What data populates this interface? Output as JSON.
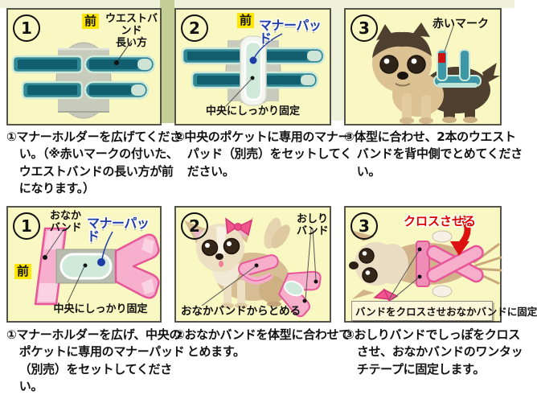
{
  "colors": {
    "panel_bg": "#f9f7c2",
    "panel_border": "#55544a",
    "front_label_bg": "#ffe600",
    "pad_text_blue": "#1e3ca8",
    "cross_text_red": "#dd0000",
    "teal_band": "#2f8795",
    "teal_band_dark": "#115f6e",
    "mint_trim": "#cde9da",
    "pink_band": "#f6b0cd",
    "pink_outline": "#e8569a",
    "pocket_gray": "#c8cbbc",
    "strip_olive": "#c3cf94",
    "strip_pale": "#eff1da"
  },
  "steps": [
    {
      "num": "1",
      "labels": {
        "front": "前",
        "band_note": "ウエストバンド\n長い方"
      },
      "caption": "①マナーホルダーを広げてください。（※赤いマークの付いた、ウエストバンドの長い方が前になります。）"
    },
    {
      "num": "2",
      "labels": {
        "front": "前",
        "pad": "マナーパッド",
        "fix_note": "中央にしっかり固定"
      },
      "caption": "②中央のポケットに専用のマナーパッド（別売）をセットしてください。"
    },
    {
      "num": "3",
      "labels": {
        "red_mark": "赤いマーク"
      },
      "caption": "③体型に合わせ、2本のウエストバンドを背中側でとめてください。"
    },
    {
      "num": "1",
      "labels": {
        "front": "前",
        "belly_band": "おなか\nバンド",
        "pad": "マナーパッド",
        "fix_note": "中央にしっかり固定"
      },
      "caption": "①マナーホルダーを広げ、中央のポケットに専用のマナーパッド（別売）をセットしてください。"
    },
    {
      "num": "2",
      "labels": {
        "hip_band": "おしり\nバンド",
        "fasten_note": "おなかバンドからとめる"
      },
      "caption": "②おなかバンドを体型に合わせてとめます。"
    },
    {
      "num": "3",
      "labels": {
        "cross": "クロスさせる",
        "cross_note": "バンドをクロスさせおなかバンドに固定"
      },
      "caption": "③おしりバンドでしっぽをクロスさせ、おなかバンドのワンタッチテープに固定します。"
    }
  ]
}
